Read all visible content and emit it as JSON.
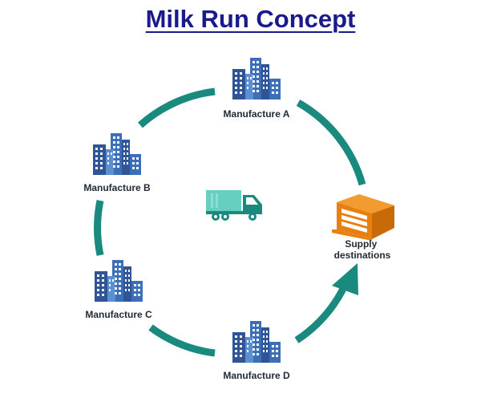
{
  "title": "Milk Run Concept",
  "colors": {
    "title": "#1a1a8c",
    "loop": "#1a8a7e",
    "building_dark": "#2f5597",
    "building_light": "#5b8fd0",
    "truck_cargo": "#66cfc0",
    "truck_cab": "#1a8a7e",
    "warehouse": "#e8800f"
  },
  "nodes": {
    "manufacture_a": {
      "label": "Manufacture A",
      "icon": "buildings-icon"
    },
    "manufacture_b": {
      "label": "Manufacture B",
      "icon": "buildings-icon"
    },
    "manufacture_c": {
      "label": "Manufacture C",
      "icon": "buildings-icon"
    },
    "manufacture_d": {
      "label": "Manufacture D",
      "icon": "buildings-icon"
    }
  },
  "destination": {
    "label_line1": "Supply",
    "label_line2": "destinations",
    "icon": "warehouse-icon"
  },
  "center_icon": "truck-icon"
}
